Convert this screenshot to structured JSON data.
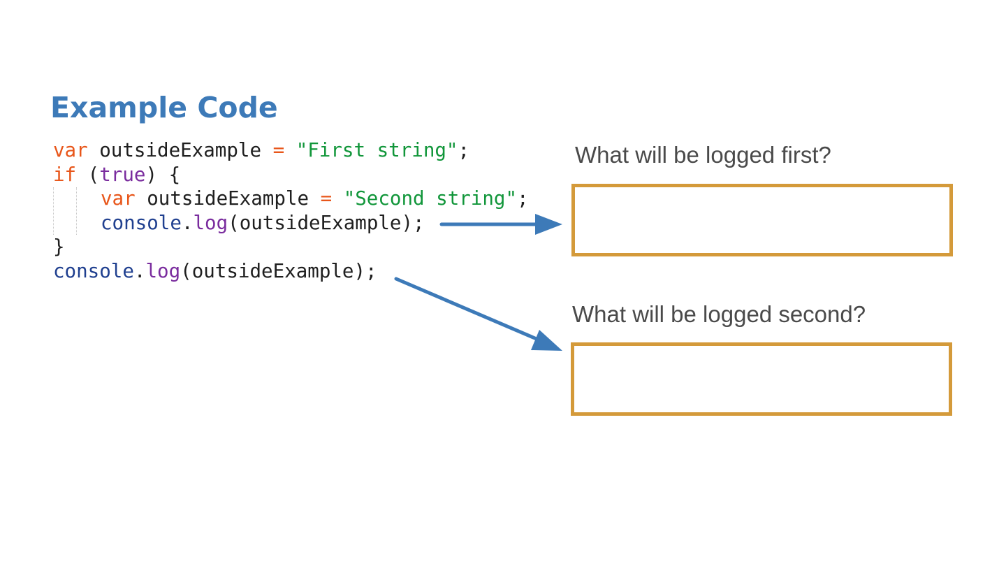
{
  "title": "Example Code",
  "code": {
    "line1": {
      "kw": "var",
      "id": " outsideExample ",
      "op": "=",
      "str": " \"First string\"",
      "end": ";"
    },
    "line2": {
      "kw": "if",
      "open": " (",
      "lit": "true",
      "close": ") {"
    },
    "line3": {
      "kw": "var",
      "id": " outsideExample ",
      "op": "=",
      "str": " \"Second string\"",
      "end": ";"
    },
    "line4": {
      "obj": "console",
      "dot": ".",
      "fn": "log",
      "args": "(outsideExample);"
    },
    "line5": {
      "close": "}"
    },
    "line6": {
      "obj": "console",
      "dot": ".",
      "fn": "log",
      "args": "(outsideExample);"
    }
  },
  "questions": {
    "first": "What will be logged first?",
    "second": "What will be logged second?"
  },
  "colors": {
    "title": "#3d7ab8",
    "keyword": "#e8561a",
    "string": "#11963a",
    "literal": "#7a2c9e",
    "object": "#1f3f8f",
    "box_border": "#d49a3a",
    "arrow": "#3d7ab8"
  }
}
